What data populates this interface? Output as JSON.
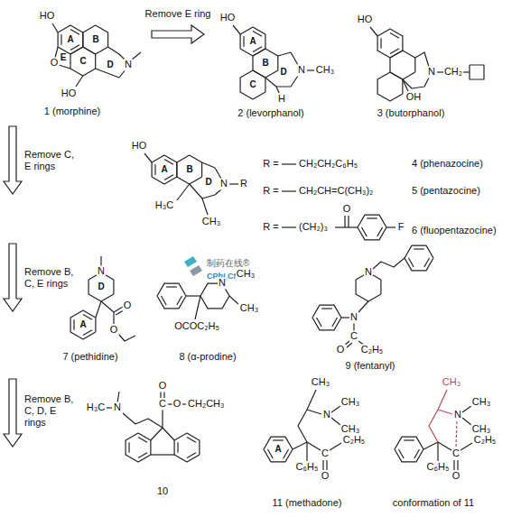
{
  "diagram": {
    "labels": [
      "HO",
      "A",
      "O",
      "E",
      "B",
      "C",
      "D",
      "N",
      "HO",
      "1 (morphine)",
      "Remove E ring",
      "HO",
      "A",
      "B",
      "C",
      "D",
      "H",
      "N",
      "CH₃",
      "2 (levorphanol)",
      "HO",
      "N",
      "CH₂",
      "OH",
      "3 (butorphanol)",
      "Remove C, E rings",
      "HO",
      "A",
      "B",
      "D",
      "H₃C",
      "CH₃",
      "N",
      "R",
      "R =",
      "CH₂CH₂C₆H₅",
      "4 (phenazocine)",
      "R =",
      "CH₂CH=C(CH₃)₂",
      "5 (pentazocine)",
      "O",
      "R =",
      "(CH₂)₃",
      "F",
      "6 (fluopentazocine)",
      "制药在线®",
      "CPhI.CN",
      "Remove B, C, E rings",
      "N",
      "D",
      "A",
      "O",
      "O",
      "7 (pethidine)",
      "N",
      "CH₃",
      "CH₃",
      "OCOC₂H₅",
      "8 (α-prodine)",
      "N",
      "N",
      "C",
      "O",
      "C₂H₅",
      "9 (fentanyl)",
      "Remove B, C, D, E rings",
      "H₃C",
      "N",
      "O",
      "C",
      "O",
      "CH₂CH₃",
      "10",
      "CH₃",
      "N",
      "CH₃",
      "CH₃",
      "A",
      "C₆H₅",
      "C",
      "O",
      "C₂H₅",
      "11 (methadone)",
      "CH₃",
      "N",
      "CH₃",
      "CH₃",
      "C₂H₅",
      "C",
      "O",
      "C₆H₅",
      "conformation of 11"
    ]
  }
}
